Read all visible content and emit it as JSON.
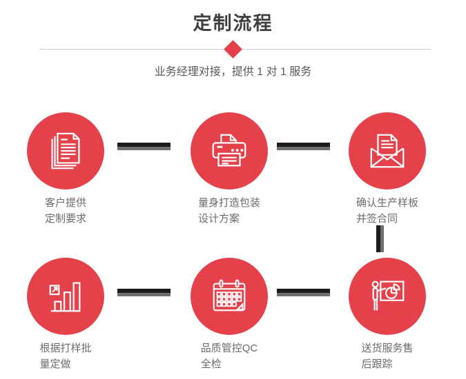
{
  "header": {
    "title": "定制流程",
    "subtitle": "业务经理对接，提供 1 对 1 服务"
  },
  "colors": {
    "accent_red": "#e5414b",
    "connector_dark": "#1c1c1c",
    "connector_gray": "#6f6f6f",
    "divider_gray": "#cccccc",
    "title_text": "#3f3f3f",
    "subtitle_text": "#595959",
    "label_text": "#6b6b6b",
    "icon_stroke": "#ffffff"
  },
  "steps": [
    {
      "icon": "documents-icon",
      "lines": [
        "客户提供",
        "定制要求"
      ]
    },
    {
      "icon": "printer-icon",
      "lines": [
        "量身打造包装",
        "设计方案"
      ]
    },
    {
      "icon": "envelope-icon",
      "lines": [
        "确认生产样板",
        "并签合同"
      ]
    },
    {
      "icon": "bar-chart-icon",
      "lines": [
        "根据打样批",
        "量定做"
      ]
    },
    {
      "icon": "calendar-icon",
      "lines": [
        "品质管控QC",
        "全检"
      ]
    },
    {
      "icon": "presentation-icon",
      "lines": [
        "送货服务售",
        "后跟踪"
      ]
    }
  ]
}
